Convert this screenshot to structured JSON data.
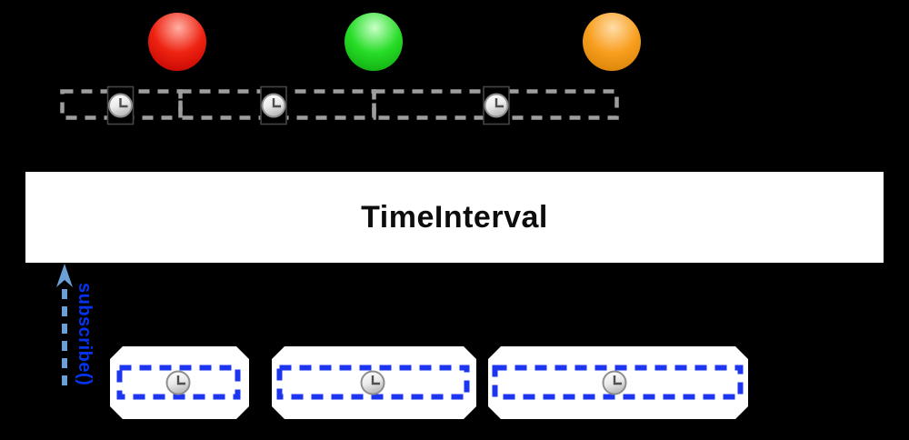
{
  "operator": {
    "label": "TimeInterval"
  },
  "subscribe": {
    "label": "subscribe()"
  },
  "colors": {
    "background": "#000000",
    "operator_box": "#ffffff",
    "operator_text": "#0d0d0d",
    "interval_dash": "#9e9e9e",
    "output_dash": "#1b35f0",
    "subscribe_arrow": "#6b9fd6",
    "subscribe_text": "#0534f0",
    "output_box": "#ffffff"
  },
  "source_stream": {
    "marbles": [
      {
        "name": "red",
        "highlight": "#ffb0a4",
        "base": "#ee2211",
        "shadow": "#b80000"
      },
      {
        "name": "green",
        "highlight": "#c9ffc9",
        "base": "#27dd27",
        "shadow": "#0a9e0a"
      },
      {
        "name": "orange",
        "highlight": "#ffdda8",
        "base": "#f89e1f",
        "shadow": "#cf7c00"
      }
    ],
    "interval_windows": [
      {
        "icon": "clock"
      },
      {
        "icon": "clock"
      },
      {
        "icon": "clock"
      }
    ]
  },
  "output_stream": {
    "boxes": [
      {
        "icon": "clock"
      },
      {
        "icon": "clock"
      },
      {
        "icon": "clock"
      }
    ]
  }
}
